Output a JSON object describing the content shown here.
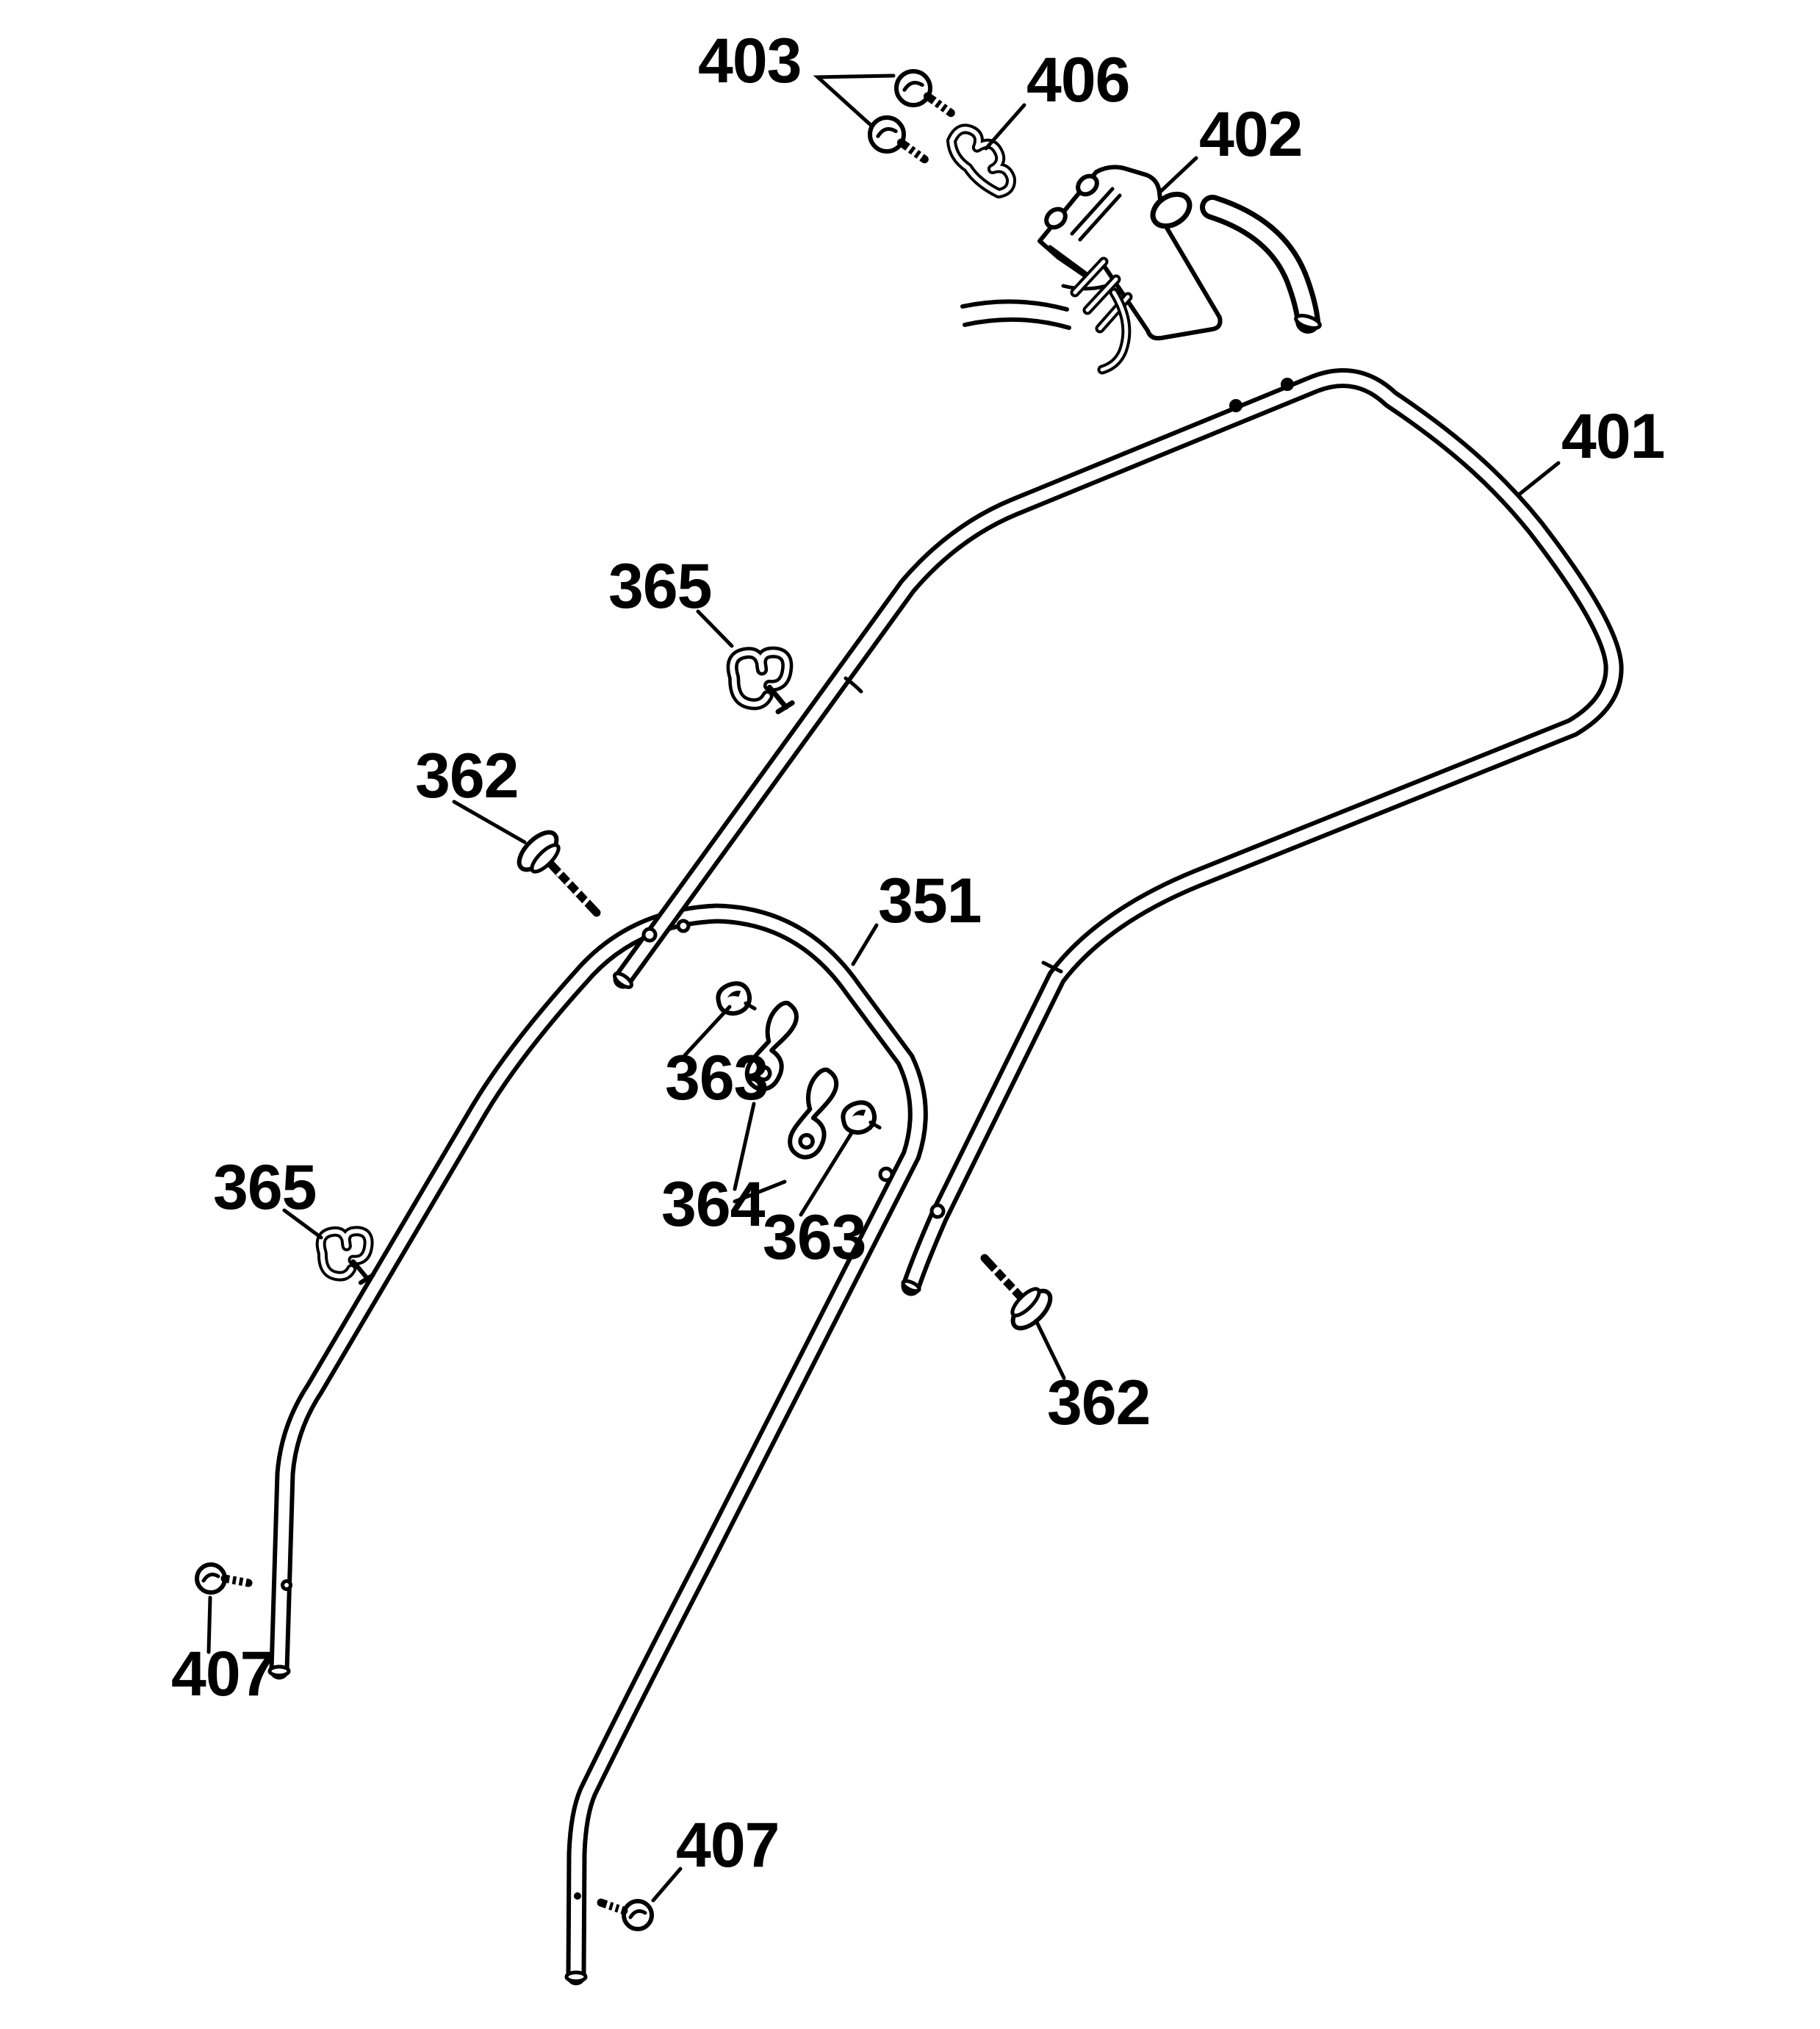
{
  "diagram": {
    "background_color": "#ffffff",
    "line_color": "#000000",
    "description_icons": [
      "exploded-parts-diagram"
    ],
    "part_labels": [
      {
        "text": "403",
        "part": "pan-head-screws-top"
      },
      {
        "text": "406",
        "part": "cable-clamp"
      },
      {
        "text": "402",
        "part": "switch-housing"
      },
      {
        "text": "401",
        "part": "upper-handle-tube"
      },
      {
        "text": "365",
        "part": "cable-clip-upper"
      },
      {
        "text": "362",
        "part": "handle-bolt-left"
      },
      {
        "text": "351",
        "part": "lower-handle-tube"
      },
      {
        "text": "363",
        "part": "cam-washer-upper"
      },
      {
        "text": "364",
        "part": "cam-levers"
      },
      {
        "text": "363",
        "part": "cam-washer-lower"
      },
      {
        "text": "365",
        "part": "cable-clip-lower"
      },
      {
        "text": "362",
        "part": "handle-bolt-right"
      },
      {
        "text": "407",
        "part": "end-screw-left"
      },
      {
        "text": "407",
        "part": "end-screw-right"
      }
    ]
  }
}
